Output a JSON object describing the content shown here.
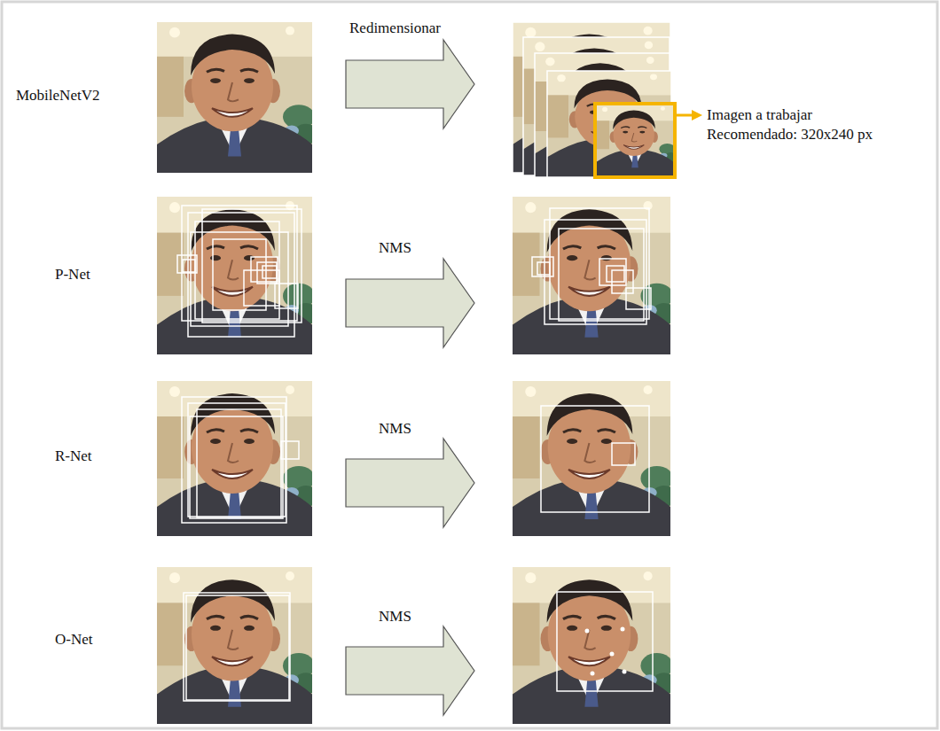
{
  "diagram": {
    "labels": [
      "MobileNetV2",
      "Redimensionar",
      "Imagen a trabajar",
      "Recomendado: 320x240 px",
      "P-Net",
      "NMS",
      "R-Net",
      "NMS",
      "O-Net",
      "NMS"
    ]
  }
}
